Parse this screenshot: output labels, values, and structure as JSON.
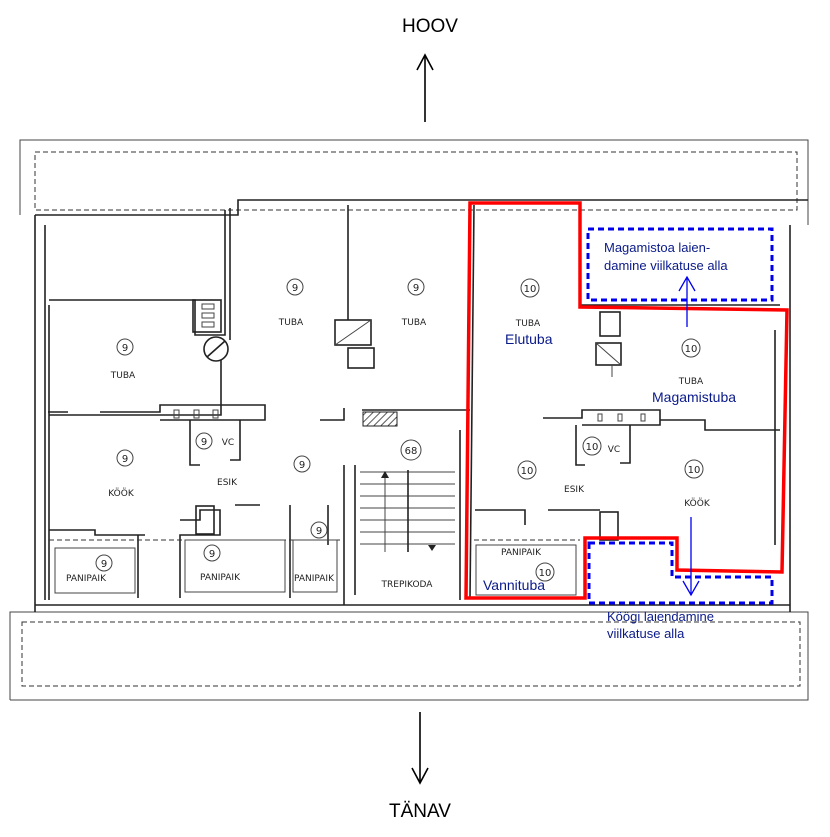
{
  "directions": {
    "north": "HOOV",
    "south": "TÄNAV"
  },
  "colors": {
    "apartment_outline": "#ff0000",
    "extension_outline": "#0000ee",
    "annotation_text": "#0a1a8a"
  },
  "left_apartment": {
    "rooms": [
      {
        "label": "TUBA",
        "number": "9"
      },
      {
        "label": "TUBA",
        "number": "9"
      },
      {
        "label": "TUBA",
        "number": "9"
      },
      {
        "label": "KÖÖK",
        "number": "9"
      },
      {
        "label": "VC",
        "number": "9"
      },
      {
        "label": "ESIK",
        "number": "9"
      },
      {
        "label": "PANIPAIK",
        "number": "9"
      },
      {
        "label": "PANIPAIK",
        "number": "9"
      },
      {
        "label": "PANIPAIK",
        "number": "9"
      }
    ]
  },
  "stairwell": {
    "label": "TREPIKODA",
    "number": "68"
  },
  "right_apartment": {
    "rooms": [
      {
        "label": "TUBA",
        "number": "10",
        "annotation": "Elutuba"
      },
      {
        "label": "TUBA",
        "number": "10",
        "annotation": "Magamistuba"
      },
      {
        "label": "VC",
        "number": "10"
      },
      {
        "label": "ESIK",
        "number": "10"
      },
      {
        "label": "KÖÖK",
        "number": "10"
      },
      {
        "label": "PANIPAIK",
        "number": "10",
        "annotation": "Vannituba"
      }
    ]
  },
  "extensions": {
    "bedroom": {
      "line1": "Magamistoa laien-",
      "line2": "damine viilkatuse alla"
    },
    "kitchen": {
      "line1": "Köögi laiendamine",
      "line2": "viilkatuse alla"
    }
  }
}
